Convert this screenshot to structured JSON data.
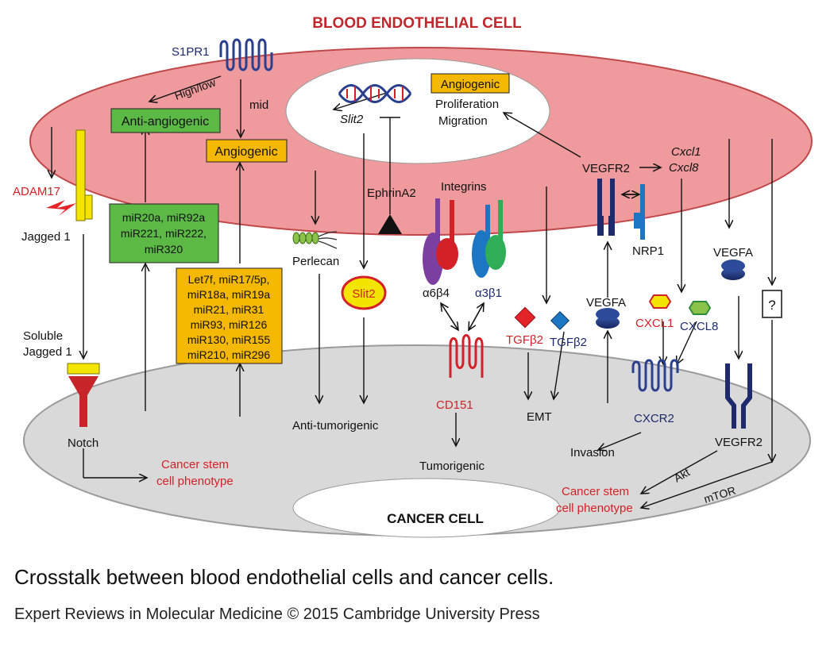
{
  "title": "BLOOD ENDOTHELIAL CELL",
  "cancer_cell": "CANCER CELL",
  "caption": "Crosstalk between blood endothelial cells and cancer cells.",
  "credit": "Expert Reviews in Molecular Medicine © 2015 Cambridge University Press",
  "colors": {
    "endothelial_fill": "#ef9a9c",
    "endothelial_border": "#c0474a",
    "cancer_fill": "#d9d9d9",
    "angiogenic_box": "#f5b800",
    "anti_angiogenic_box": "#5cb946",
    "red_label": "#d42027",
    "navy": "#1d2a6b",
    "yellow": "#f3e500"
  },
  "labels": {
    "s1pr1": "S1PR1",
    "high_low": "High/low",
    "mid": "mid",
    "anti_angiogenic": "Anti-angiogenic",
    "angiogenic_left": "Angiogenic",
    "angiogenic_nucleus": "Angiogenic",
    "proliferation": "Proliferation",
    "migration": "Migration",
    "slit2_gene": "Slit2",
    "adam17": "ADAM17",
    "jagged1": "Jagged 1",
    "soluble": "Soluble",
    "soluble_jagged1": "Jagged 1",
    "notch": "Notch",
    "csc_left_1": "Cancer stem",
    "csc_left_2": "cell phenotype",
    "mir_green": [
      "miR20a, miR92a",
      "miR221, miR222,",
      "miR320"
    ],
    "mir_orange": [
      "Let7f, miR17/5p,",
      "miR18a, miR19a",
      "miR21, miR31",
      "miR93, miR126",
      "miR130, miR155",
      "miR210, miR296"
    ],
    "perlecan": "Perlecan",
    "slit2_protein": "Slit2",
    "anti_tumorigenic": "Anti-tumorigenic",
    "ephrina2": "EphrinA2",
    "integrins": "Integrins",
    "a6b4": "α6β4",
    "a3b1": "α3β1",
    "cd151": "CD151",
    "tumorigenic": "Tumorigenic",
    "vegfr2_top": "VEGFR2",
    "cxcl1_gene": "Cxcl1",
    "cxcl8_gene": "Cxcl8",
    "nrp1": "NRP1",
    "vegfa_mid": "VEGFA",
    "vegfa_right": "VEGFA",
    "tgfb2_red": "TGFβ2",
    "tgfb2_blue": "TGFβ2",
    "emt": "EMT",
    "cxcl1": "CXCL1",
    "cxcl8": "CXCL8",
    "cxcr2": "CXCR2",
    "invasion": "Invasion",
    "vegfr2_bottom": "VEGFR2",
    "question": "?",
    "akt": "Akt",
    "mtor": "mTOR",
    "csc_right_1": "Cancer stem",
    "csc_right_2": "cell phenotype"
  }
}
